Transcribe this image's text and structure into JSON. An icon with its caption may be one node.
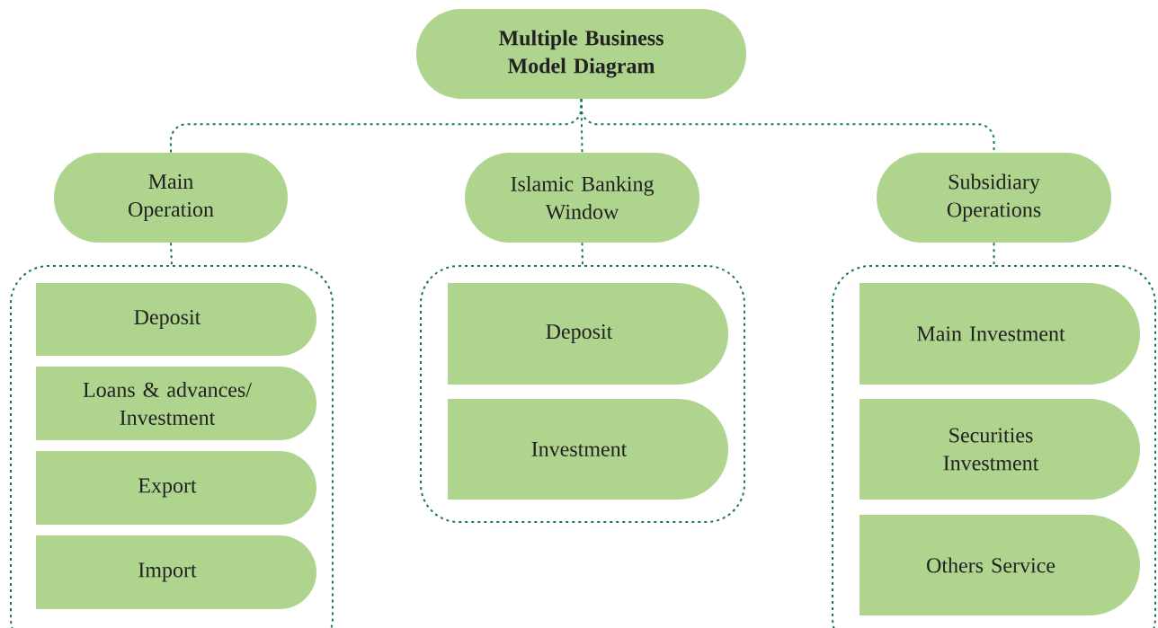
{
  "diagram": {
    "nodes": [
      {
        "text": [
          "Multiple Business Model Diagram"
        ]
      },
      {
        "text": [
          "Main Operation"
        ]
      },
      {
        "text": [
          "Islamic Banking Window"
        ]
      },
      {
        "text": [
          "Subsidiary Operations"
        ]
      },
      {
        "text": [],
        "shape": "box"
      },
      {
        "text": [
          "Deposit"
        ],
        "in": 4
      },
      {
        "text": [
          "Loans & advances/ Investment"
        ],
        "in": 4
      },
      {
        "text": [
          "Export"
        ],
        "in": 4
      },
      {
        "text": [
          "Import"
        ],
        "in": 4
      },
      {
        "text": [],
        "shape": "box"
      },
      {
        "text": [
          "Deposit"
        ],
        "in": 9
      },
      {
        "text": [
          "Investment"
        ],
        "in": 9
      },
      {
        "text": [],
        "shape": "box"
      },
      {
        "text": [
          "Main Investment"
        ],
        "in": 12
      },
      {
        "text": [
          "Securities Investment"
        ],
        "in": 12
      },
      {
        "text": [
          "Others Service"
        ],
        "in": 12
      }
    ],
    "edges": [
      {
        "from": 0,
        "to": 1,
        "arrow": "none",
        "style": "dashed"
      },
      {
        "from": 0,
        "to": 2,
        "arrow": "none",
        "style": "dashed"
      },
      {
        "from": 0,
        "to": 3,
        "arrow": "none",
        "style": "dashed"
      },
      {
        "from": 1,
        "to": 4,
        "arrow": "none",
        "style": "dashed"
      },
      {
        "from": 2,
        "to": 9,
        "arrow": "none",
        "style": "dashed"
      },
      {
        "from": 3,
        "to": 12,
        "arrow": "none",
        "style": "dashed"
      }
    ]
  }
}
